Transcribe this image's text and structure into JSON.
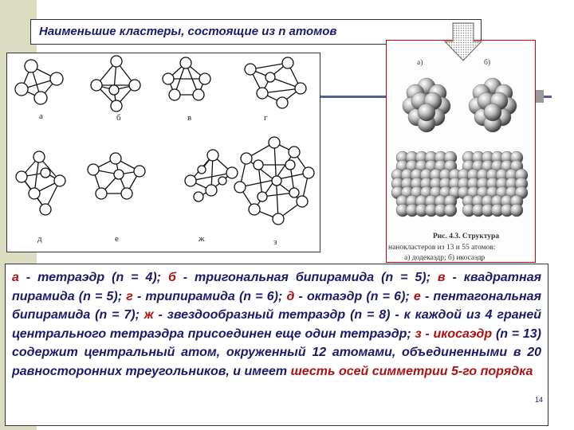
{
  "title": "Наименьшие кластеры, состоящие из n атомов",
  "figure_labels": [
    "а",
    "б",
    "в",
    "г",
    "д",
    "е",
    "ж",
    "з"
  ],
  "book_figure": {
    "label_a": "а)",
    "label_b": "б)",
    "caption_line1": "Рис. 4.3. Структура",
    "caption_line2": "нанокластеров из 13 и 55 атомов:",
    "caption_line3": "а) додекаэдр; б) икосаэдр"
  },
  "caption": {
    "a_key": "а",
    "a_text": " - тетраэдр (n = 4); ",
    "b_key": "б",
    "b_text": " - тригональная бипирамида (n = 5); ",
    "v_key": "в",
    "v_text": " - квадратная пирамида (n = 5); ",
    "g_key": "г",
    "g_text": " - трипирамида (n = 6); ",
    "d_key": "д",
    "d_text": " - октаэдр (n = 6); ",
    "e_key": "е",
    "e_text": " - пентагональная бипирамида (n = 7); ",
    "zh_key": "ж",
    "zh_text": " - звездообразный тетраэдр (n = 8) - к каждой из 4 граней центрального тетраэдра присоединен еще один тетраэдр; ",
    "z_key": "з - икосаэдр",
    "z_text": " (n = 13) содержит центральный атом, окруженный 12 атомами, объединенными в 20 равносторонних треугольников, и имеет ",
    "axes_key": "шесть осей симметрии 5-го порядка"
  },
  "page_number": "14"
}
